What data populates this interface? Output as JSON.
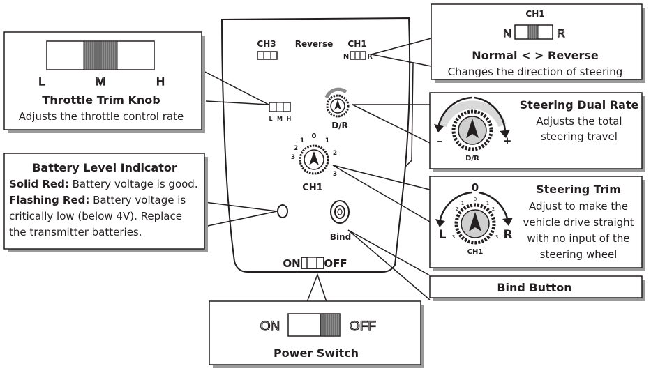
{
  "transmitter": {
    "ch3_label": "CH3",
    "reverse_label": "Reverse",
    "ch1_label": "CH1",
    "n_label": "N",
    "r_label": "R",
    "lmh_labels": [
      "L",
      "M",
      "H"
    ],
    "dr_label": "D/R",
    "dial_numbers": [
      "1",
      "0",
      "1",
      "2",
      "3",
      "2",
      "3"
    ],
    "ch1_dial_label": "CH1",
    "bind_label": "Bind",
    "on_label": "ON",
    "off_label": "OFF"
  },
  "throttle_trim": {
    "slider_labels": [
      "L",
      "M",
      "H"
    ],
    "title": "Throttle Trim Knob",
    "description": "Adjusts the throttle control rate",
    "knob_position": "M"
  },
  "normal_reverse": {
    "ch1_label": "CH1",
    "n_label": "N",
    "r_label": "R",
    "title": "Normal < > Reverse",
    "description": "Changes the direction of steering",
    "switch_position": "N"
  },
  "steering_dual_rate": {
    "title": "Steering Dual Rate",
    "description_lines": [
      "Adjusts the total",
      "steering travel"
    ],
    "minus_label": "–",
    "plus_label": "+",
    "dial_label": "D/R"
  },
  "steering_trim": {
    "title": "Steering Trim",
    "description_lines": [
      "Adjust to make the",
      "vehicle drive straight",
      "with no input of the",
      "steering wheel"
    ],
    "zero_label": "0",
    "l_label": "L",
    "r_label": "R",
    "dial_label": "CH1",
    "small_numbers": [
      "1",
      "2",
      "3",
      "0",
      "1",
      "2",
      "3"
    ]
  },
  "battery": {
    "title": "Battery Level Indicator",
    "solid_label": "Solid Red:",
    "solid_text": " Battery voltage is good.",
    "flashing_label": "Flashing Red:",
    "flashing_text_1": " Battery voltage is",
    "flashing_text_2": "critically low (below 4V). Replace",
    "flashing_text_3": "the transmitter batteries."
  },
  "bind_button": {
    "title": "Bind Button"
  },
  "power_switch": {
    "on_label": "ON",
    "off_label": "OFF",
    "title": "Power Switch",
    "switch_position": "OFF"
  },
  "colors": {
    "ink": "#231f20",
    "shadow": "#9a9a9a",
    "knob_gray": "#8c8c8c",
    "light_gray": "#d9d9d9"
  }
}
